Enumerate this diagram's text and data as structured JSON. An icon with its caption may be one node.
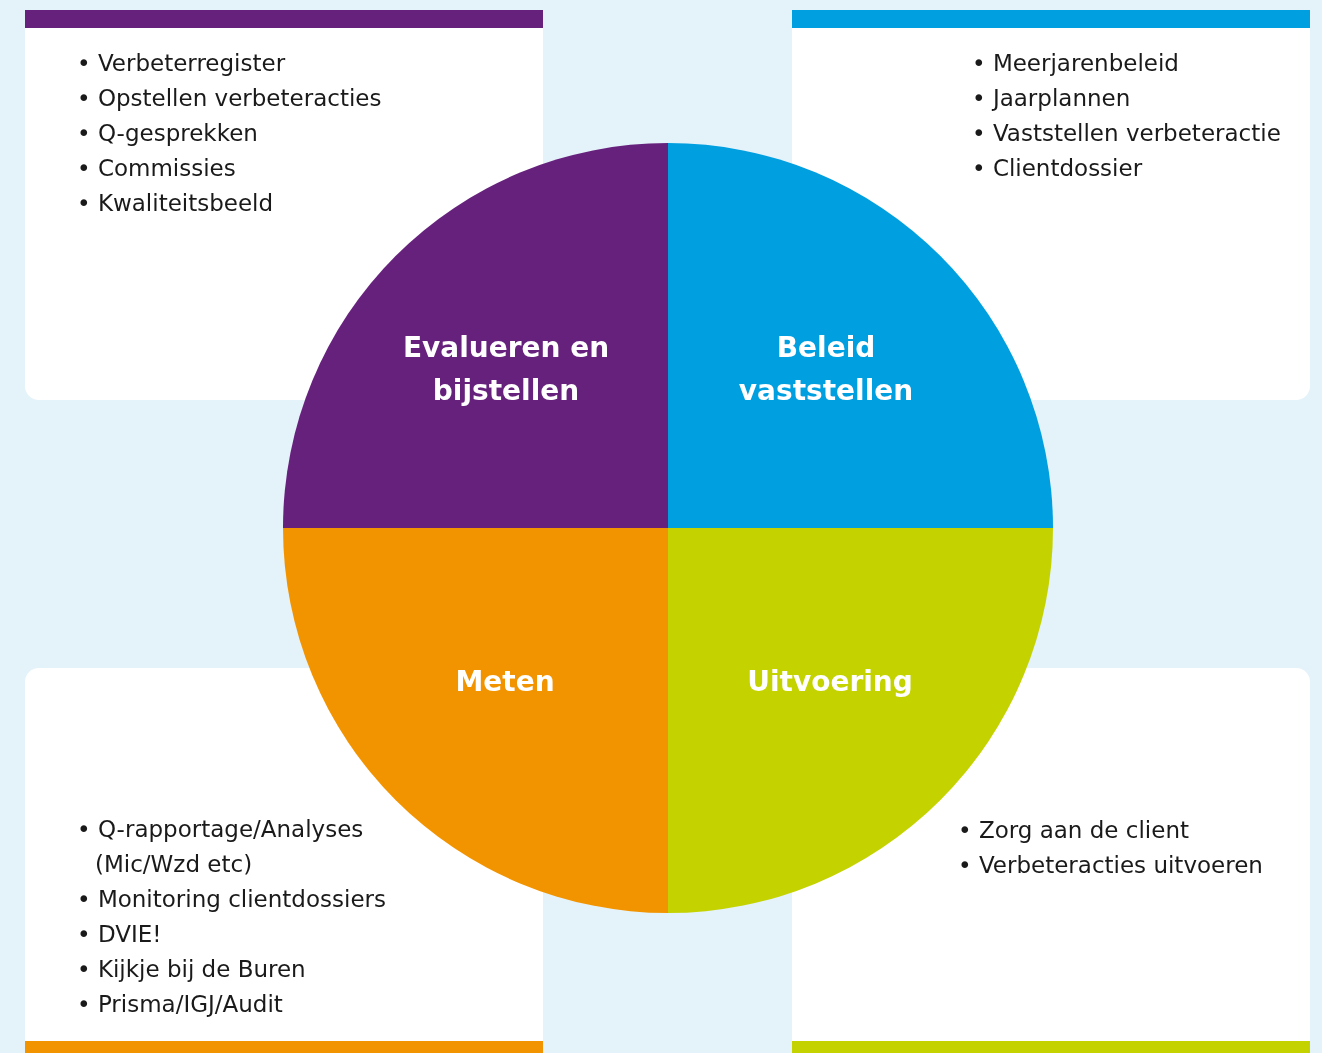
{
  "diagram": {
    "nodes": [
      {
        "text": [
          "• Verbeterregister",
          "• Opstellen verbeteracties",
          "• Q-gesprekken",
          "• Commissies",
          "• Kwaliteitsbeeld"
        ]
      },
      {
        "text": [
          "• Meerjarenbeleid",
          "• Jaarplannen",
          "• Vaststellen verbeteractie",
          "• Clientdossier"
        ]
      },
      {
        "text": [
          "Evalueren en bijstellen"
        ]
      },
      {
        "text": [
          "Beleid vaststellen"
        ]
      },
      {
        "text": [
          "Meten"
        ]
      },
      {
        "text": [
          "Uitvoering"
        ]
      },
      {
        "text": [
          "• Q-rapportage/Analyses (Mic/Wzd etc)",
          "• Monitoring clientdossiers",
          "• DVIE!",
          "• Kijkje bij de Buren",
          "• Prisma/IGJ/Audit"
        ]
      },
      {
        "text": [
          "• Zorg aan de client",
          "• Verbeteracties uitvoeren"
        ]
      }
    ],
    "edges": []
  }
}
